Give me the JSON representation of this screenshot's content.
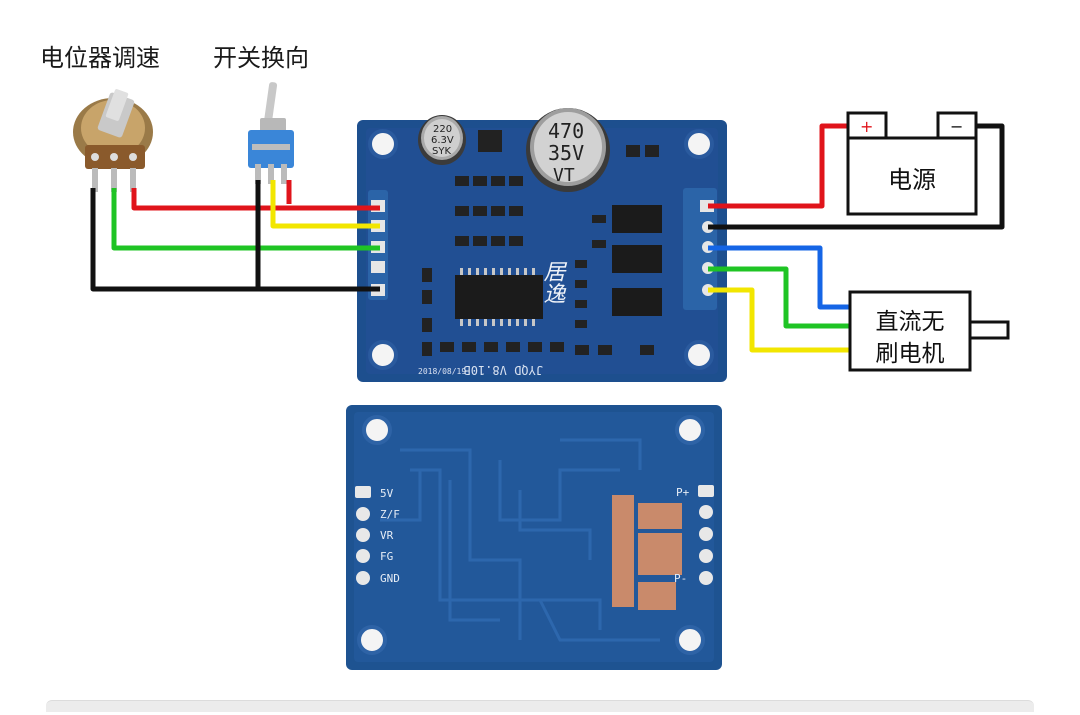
{
  "labels": {
    "potentiometer": "电位器调速",
    "direction_switch": "开关换向",
    "power": "电源",
    "power_plus": "+",
    "power_minus": "−",
    "motor_line1": "直流无",
    "motor_line2": "刷电机"
  },
  "board_top": {
    "cap_small": [
      "220",
      "6.3V",
      "SYK"
    ],
    "cap_large": [
      "470",
      "35V",
      "VT"
    ],
    "model": "JYQD V8.10B",
    "date": "2018/08/19",
    "logo_char": "居逸"
  },
  "board_bottom": {
    "pin_labels": [
      "5V",
      "Z/F",
      "VR",
      "FG",
      "GND"
    ],
    "power_labels": [
      "P+",
      "P-"
    ]
  },
  "colors": {
    "red": "#e0141b",
    "yellow": "#f2e600",
    "green": "#1fc424",
    "black": "#111111",
    "blue": "#1565e6",
    "pcb": "#1d4f8e",
    "pcb_light": "#2b64a8"
  }
}
